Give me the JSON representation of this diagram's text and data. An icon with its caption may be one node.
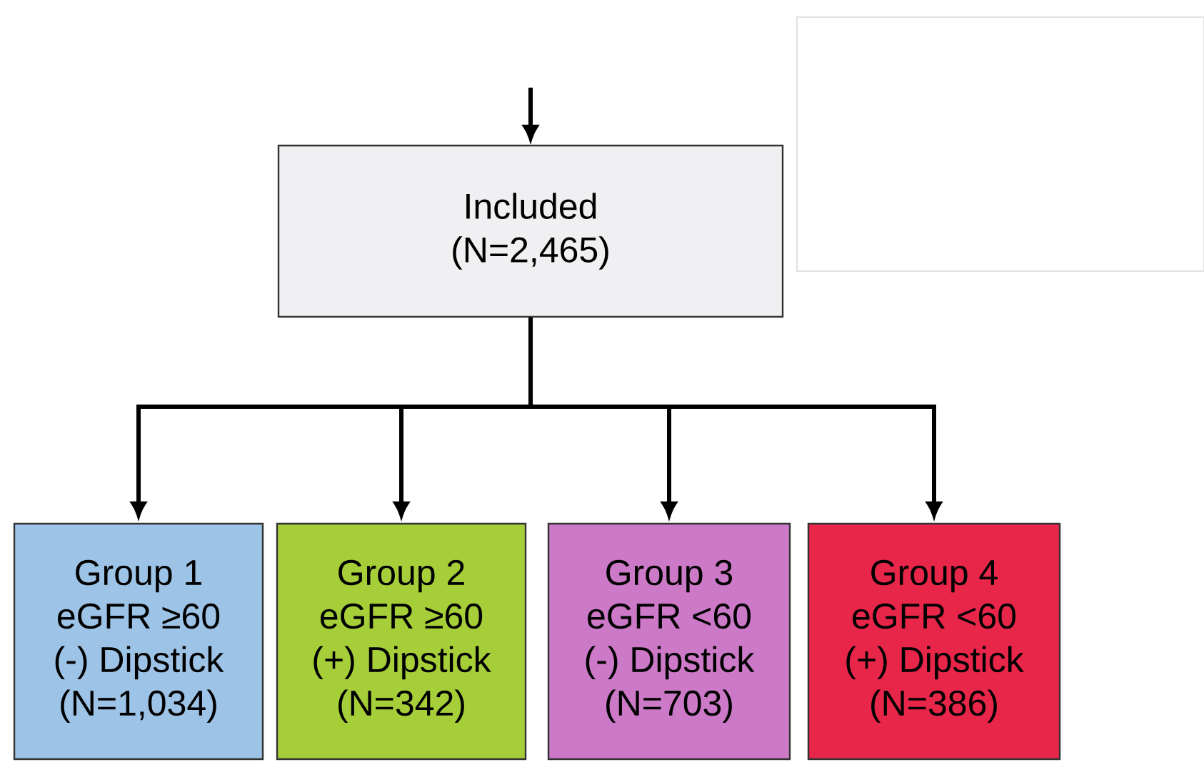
{
  "diagram": {
    "nodes": [
      {
        "text": [
          "Included",
          "(N=2,465)"
        ]
      },
      {
        "text": [
          "Group 1",
          "eGFR ≥60",
          "(-) Dipstick",
          "(N=1,034)"
        ]
      },
      {
        "text": [
          "Group 2",
          "eGFR ≥60",
          "(+) Dipstick",
          "(N=342)"
        ]
      },
      {
        "text": [
          "Group 3",
          "eGFR <60",
          "(-) Dipstick",
          "(N=703)"
        ]
      },
      {
        "text": [
          "Group 4",
          "eGFR <60",
          "(+) Dipstick",
          "(N=386)"
        ]
      },
      {
        "text": [],
        "shape": "box"
      }
    ],
    "edges": [
      {
        "from": null,
        "to": 0,
        "arrow": "to"
      },
      {
        "from": 0,
        "to": 1,
        "arrow": "to"
      },
      {
        "from": 0,
        "to": 2,
        "arrow": "to"
      },
      {
        "from": 0,
        "to": 3,
        "arrow": "to"
      },
      {
        "from": 0,
        "to": 4,
        "arrow": "to"
      }
    ]
  }
}
